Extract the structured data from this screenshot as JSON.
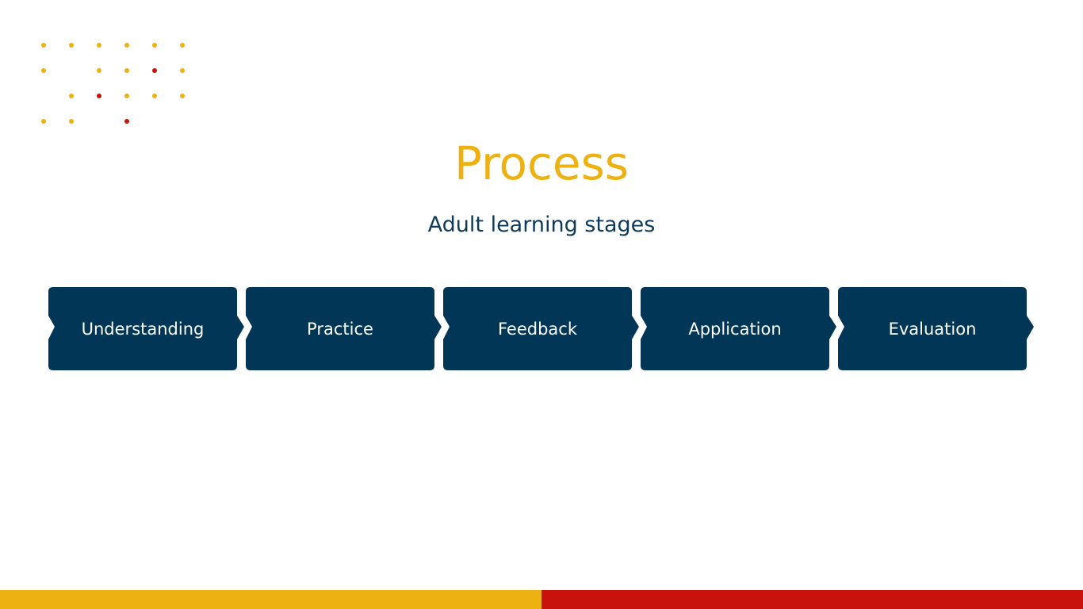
{
  "title": "Process",
  "subtitle": "Adult learning stages",
  "steps": [
    {
      "label": "Understanding"
    },
    {
      "label": "Practice"
    },
    {
      "label": "Feedback"
    },
    {
      "label": "Application"
    },
    {
      "label": "Evaluation"
    }
  ],
  "colors": {
    "accent": "#edb111",
    "secondary": "#c8120c",
    "navy": "#023656"
  }
}
